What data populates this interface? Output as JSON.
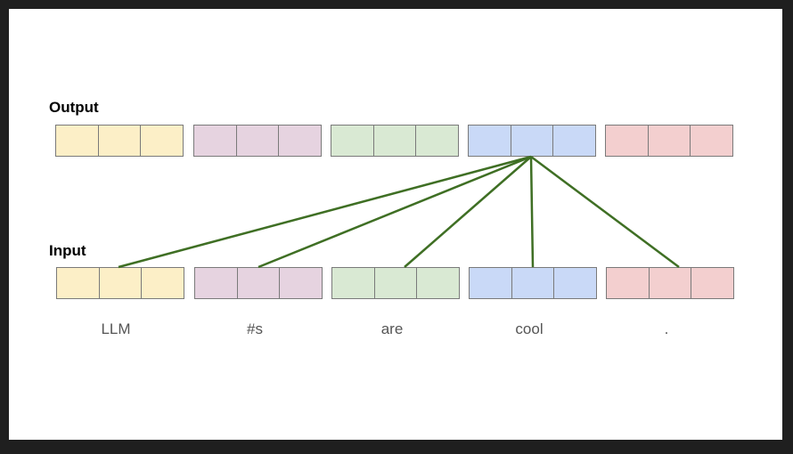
{
  "labels": {
    "output": "Output",
    "input": "Input"
  },
  "tokens": [
    "LLM",
    "#s",
    "are",
    "cool",
    "."
  ],
  "colors": {
    "vector_fills": [
      "#fcefc7",
      "#e6d3e0",
      "#d9e9d3",
      "#c9d9f7",
      "#f3cfcf"
    ],
    "cell_border": "#7a7a7a",
    "attention_line": "#3f6f24",
    "token_text": "#555555"
  },
  "attention": {
    "source_output_index": 3,
    "target_input_indices": [
      0,
      1,
      2,
      3,
      4
    ]
  }
}
